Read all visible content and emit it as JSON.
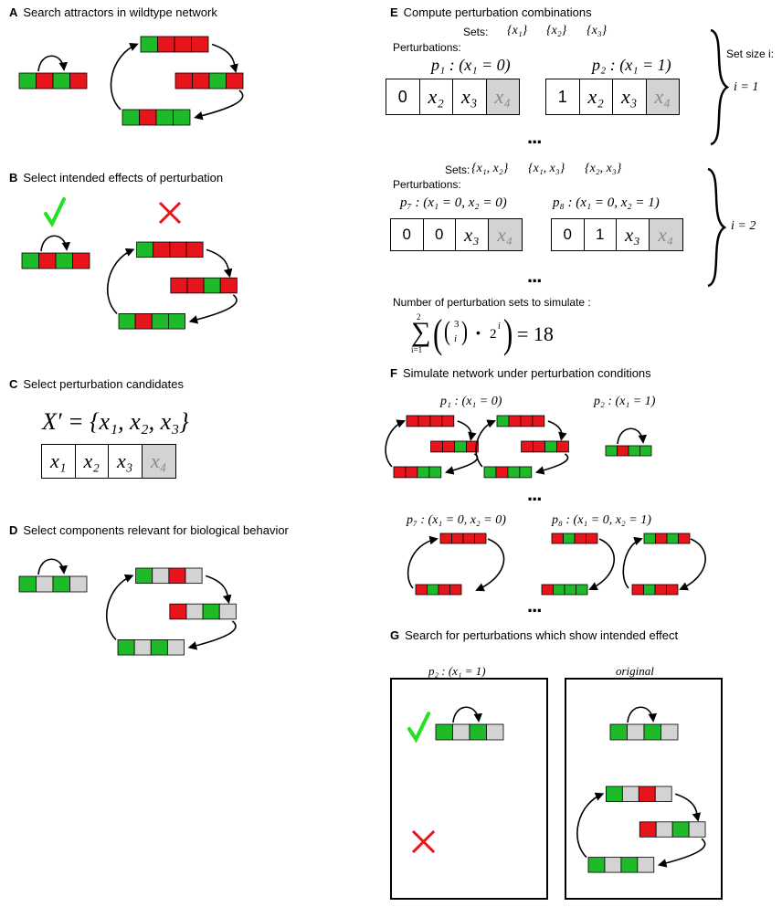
{
  "colors": {
    "on": "#1fba2a",
    "off": "#e8141b",
    "neutral": "#d3d3d3",
    "check": "#22e222",
    "cross": "#e8141b"
  },
  "panels": {
    "A": {
      "letter": "A",
      "title": "Search attractors in wildtype network"
    },
    "B": {
      "letter": "B",
      "title": "Select intended effects of perturbation"
    },
    "C": {
      "letter": "C",
      "title": "Select perturbation candidates",
      "set_expr": "X′ = {x₁, x₂, x₃}",
      "cells": [
        "x₁",
        "x₂",
        "x₃",
        "x₄"
      ]
    },
    "D": {
      "letter": "D",
      "title": "Select components relevant for biological behavior"
    },
    "E": {
      "letter": "E",
      "title": "Compute perturbation combinations",
      "sets_label_1": "Sets:",
      "sets_1": [
        "{x₁}",
        "{x₂}",
        "{x₃}"
      ],
      "perturbations_label_1": "Perturbations:",
      "p1_label": "p₁ : (x₁ = 0)",
      "p1_cells": [
        "0",
        "x₂",
        "x₃",
        "x₄"
      ],
      "p2_label": "p₂ : (x₁ = 1)",
      "p2_cells": [
        "1",
        "x₂",
        "x₃",
        "x₄"
      ],
      "set_size_label": "Set size i:",
      "i1": "i = 1",
      "i2": "i = 2",
      "dots": "...",
      "sets_label_2": "Sets:",
      "sets_2": [
        "{x₁, x₂}",
        "{x₁, x₃}",
        "{x₂, x₃}"
      ],
      "perturbations_label_2": "Perturbations:",
      "p7_label": "p₇ : (x₁ = 0, x₂ = 0)",
      "p7_cells": [
        "0",
        "0",
        "x₃",
        "x₄"
      ],
      "p8_label": "p₈ : (x₁ = 0, x₂ = 1)",
      "p8_cells": [
        "0",
        "1",
        "x₃",
        "x₄"
      ],
      "count_label": "Number of perturbation sets to simulate :",
      "sum_top": "2",
      "sum_bottom": "i=1",
      "binom_top": "3",
      "binom_bottom": "i",
      "power": "i",
      "result": "= 18"
    },
    "F": {
      "letter": "F",
      "title": "Simulate network under perturbation conditions",
      "p1_label": "p₁ : (x₁ = 0)",
      "p2_label": "p₂ : (x₁ = 1)",
      "p7_label": "p₇ : (x₁ = 0, x₂ = 0)",
      "p8_label": "p₈ : (x₁ = 0, x₂ = 1)",
      "dots": "..."
    },
    "G": {
      "letter": "G",
      "title": "Search for perturbations which show intended effect",
      "left_label": "p₂ : (x₁ = 1)",
      "right_label": "original"
    }
  }
}
